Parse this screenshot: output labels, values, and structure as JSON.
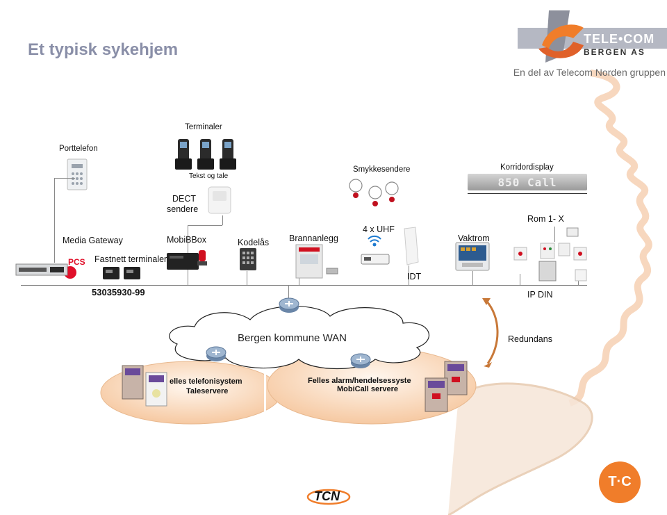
{
  "header": {
    "title": "Et typisk sykehjem",
    "subtitle": "En del av Telecom Norden gruppen",
    "logo_text_top": "TELE•COM",
    "logo_text_bottom": "BERGEN AS"
  },
  "labels": {
    "terminaler": "Terminaler",
    "tekst_og_tale": "Tekst og tale",
    "porttelefon": "Porttelefon",
    "smykkesendere": "Smykkesendere",
    "korridordisplay": "Korridordisplay",
    "display_text": "850 Call",
    "dect_sendere_1": "DECT",
    "dect_sendere_2": "sendere",
    "rom": "Rom 1-  X",
    "media_gateway": "Media Gateway",
    "mobibbox": "MobiBBox",
    "kodelas": "Kodelås",
    "brannanlegg": "Brannanlegg",
    "uhf": "4 x UHF",
    "vaktrom": "Vaktrom",
    "pcs": "PCS",
    "fastnett": "Fastnett terminaler",
    "idt": "IDT",
    "number": "53035930-99",
    "ipdin": "IP DIN",
    "wan": "Bergen kommune WAN",
    "redundans": "Redundans",
    "tele_1": "elles telefonisystem",
    "tele_2": "Taleservere",
    "alarm_1": "Felles alarm/hendelsessyste",
    "alarm_2": "MobiCall servere",
    "tcn": "TCN",
    "tc_badge": "T·C"
  },
  "colors": {
    "orange": "#f07d2a",
    "title_gray": "#8a8fa8",
    "red": "#e0102a",
    "blue_arrow": "#2a5ea8"
  }
}
